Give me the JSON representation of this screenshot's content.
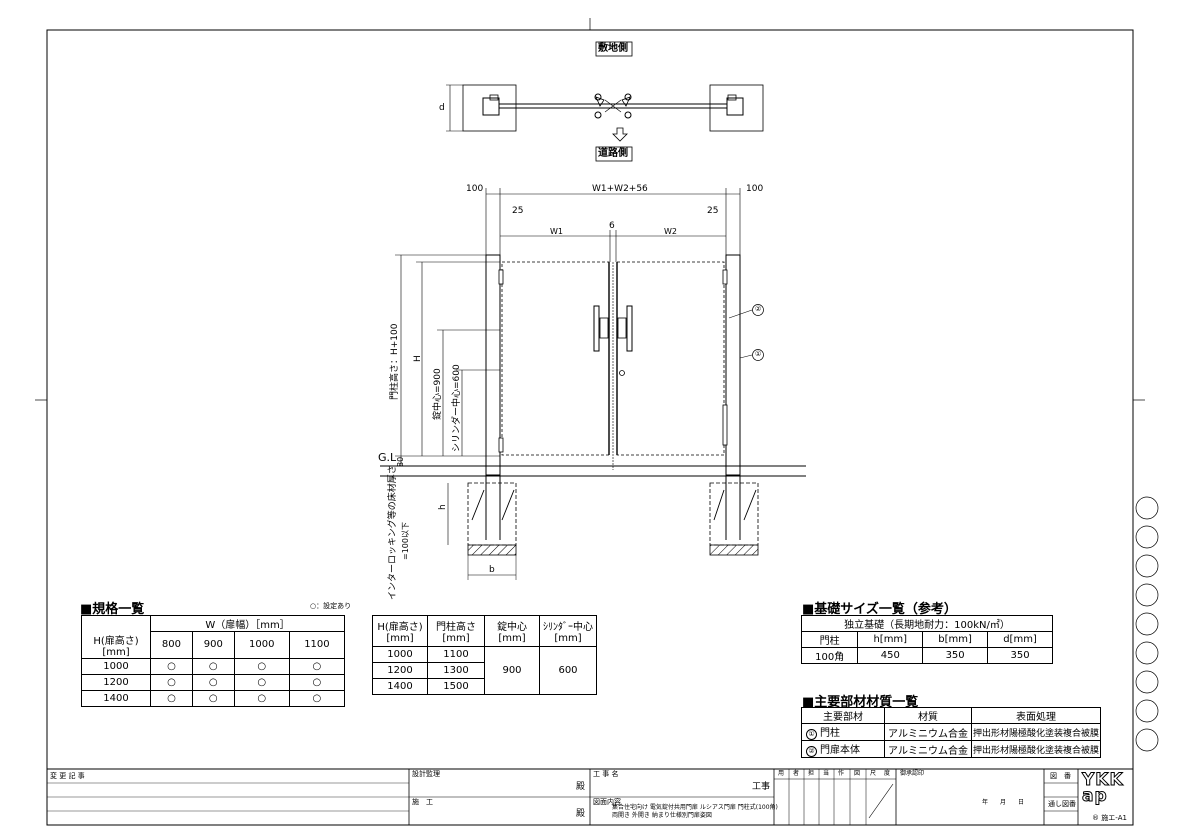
{
  "plan": {
    "site_side": "敷地側",
    "road_side": "道路側",
    "depth_label": "d"
  },
  "elevation": {
    "top_left_dim": "100",
    "top_total_dim": "W1+W2+56",
    "top_right_dim": "100",
    "left_gap": "25",
    "w1": "W1",
    "center_gap": "6",
    "w2": "W2",
    "right_gap": "25",
    "post_height": "門柱高さ：H+100",
    "h": "H",
    "lock_center": "錠中心=900",
    "cylinder_center": "シリンダー中心=600",
    "gl": "G.L",
    "gl_gap": "80",
    "floor_note": "インターロッキング等の床材厚さ",
    "floor_note2": "=100以下",
    "foundation_h": "h",
    "foundation_b": "b",
    "callout1": "①",
    "callout2": "②"
  },
  "spec_table": {
    "title": "■規格一覧",
    "note": "○：設定あり",
    "w_header": "W（扉幅）［mm］",
    "h_header": "H(扉高さ)[mm]",
    "widths": [
      "800",
      "900",
      "1000",
      "1100"
    ],
    "rows": [
      {
        "h": "1000",
        "marks": [
          "○",
          "○",
          "○",
          "○"
        ]
      },
      {
        "h": "1200",
        "marks": [
          "○",
          "○",
          "○",
          "○"
        ]
      },
      {
        "h": "1400",
        "marks": [
          "○",
          "○",
          "○",
          "○"
        ]
      }
    ]
  },
  "height_table": {
    "headers": [
      [
        "H(扉高さ)",
        "[mm]"
      ],
      [
        "門柱高さ",
        "[mm]"
      ],
      [
        "錠中心",
        "[mm]"
      ],
      [
        "ｼﾘﾝﾀﾞｰ中心",
        "[mm]"
      ]
    ],
    "rows": [
      [
        "1000",
        "1100"
      ],
      [
        "1200",
        "1300"
      ],
      [
        "1400",
        "1500"
      ]
    ],
    "lock": "900",
    "cylinder": "600"
  },
  "foundation_table": {
    "title": "■基礎サイズ一覧（参考）",
    "caption": "独立基礎（長期地耐力：100kN/㎡）",
    "headers": [
      "門柱",
      "h[mm]",
      "b[mm]",
      "d[mm]"
    ],
    "row": [
      "100角",
      "450",
      "350",
      "350"
    ]
  },
  "material_table": {
    "title": "■主要部材材質一覧",
    "headers": [
      "主要部材",
      "材質",
      "表面処理"
    ],
    "rows": [
      {
        "num": "①",
        "part": "門柱",
        "material": "アルミニウム合金",
        "finish": "押出形材陽極酸化塗装複合被膜"
      },
      {
        "num": "②",
        "part": "門扉本体",
        "material": "アルミニウム合金",
        "finish": "押出形材陽極酸化塗装複合被膜"
      }
    ]
  },
  "title_block": {
    "change_log": "変 更 記 事",
    "design_supervision": "設計監理",
    "construction": "施　工",
    "dono1": "殿",
    "dono2": "殿",
    "project_name_label": "工 事 名",
    "project_suffix": "工事",
    "drawing_content_label": "図面内容",
    "drawing_content1": "集合住宅向け 電気錠付共用門扉 ルシアス門扉 門柱式(100角)",
    "drawing_content2": "両開き 外開き 納まり仕様別門扉姿図",
    "approvals": [
      "用",
      "者",
      "担",
      "当",
      "作",
      "図",
      "尺",
      "度"
    ],
    "approval_date_label": "御承認印",
    "date": "年　　月　　日",
    "drawing_no_label": "図　番",
    "serial_no_label": "通し図番",
    "brand": "YKK ap",
    "sheet_id": "® 施エ-A1"
  }
}
